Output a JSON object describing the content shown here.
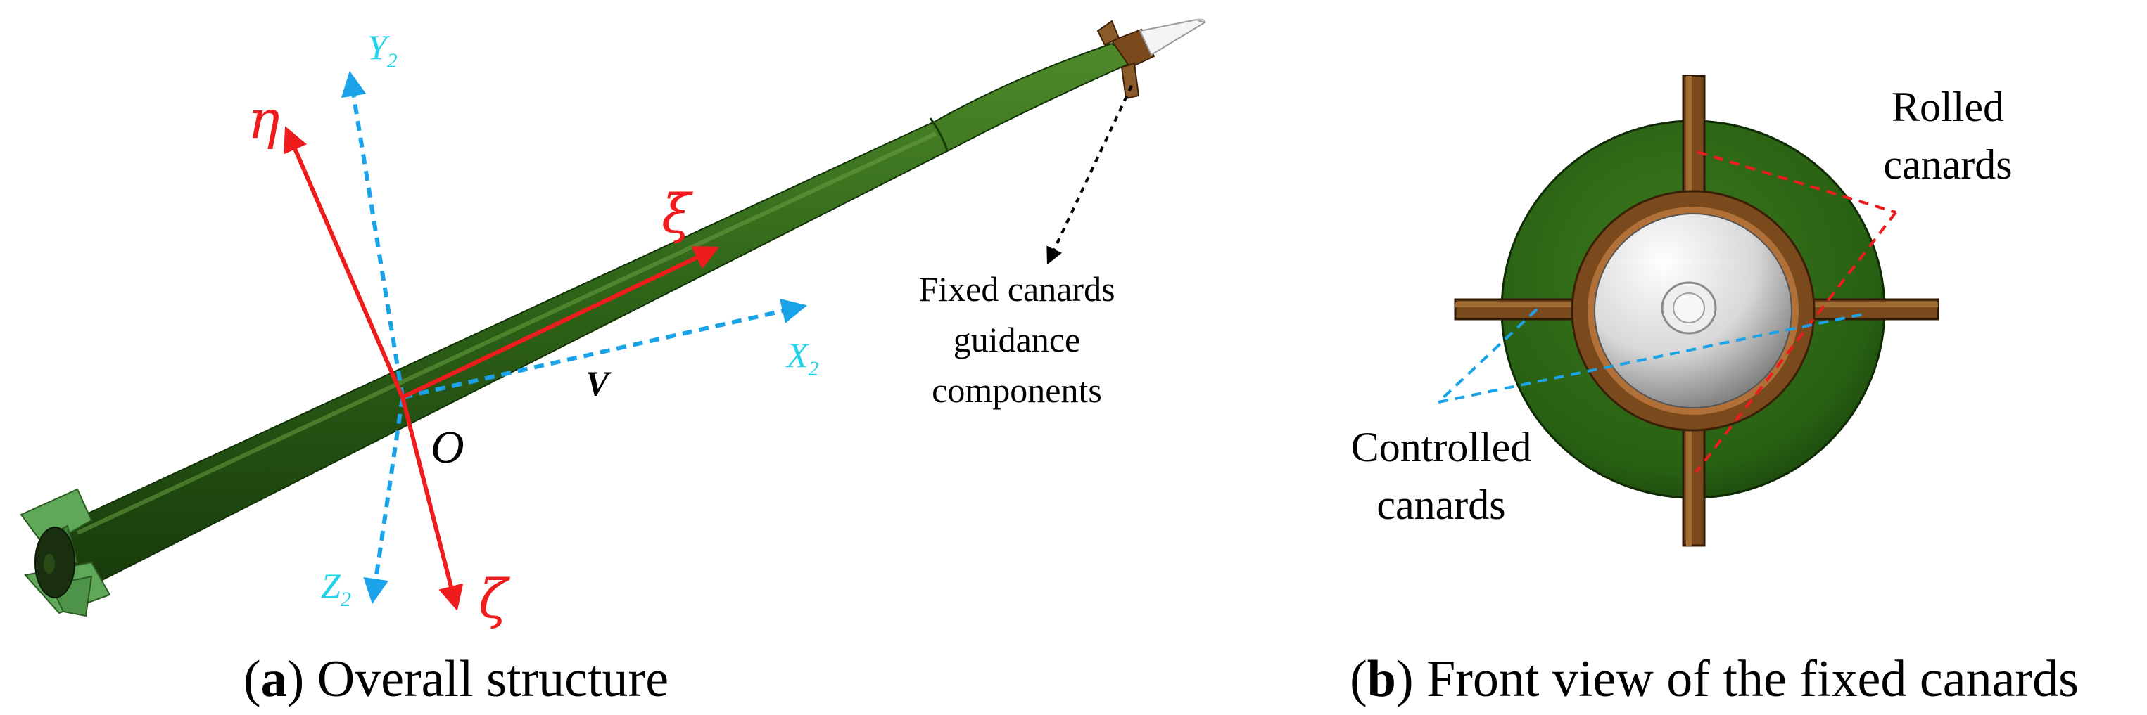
{
  "panel_a": {
    "caption": {
      "letter": "a",
      "text": "Overall structure"
    },
    "axes": {
      "eta": "η",
      "xi": "ξ",
      "zeta": "ζ",
      "y2": {
        "base": "Y",
        "sub": "2"
      },
      "x2": {
        "base": "X",
        "sub": "2"
      },
      "z2": {
        "base": "Z",
        "sub": "2"
      },
      "origin": "O",
      "velocity": "V"
    },
    "annotation": [
      "Fixed canards",
      "guidance",
      "components"
    ]
  },
  "panel_b": {
    "caption": {
      "letter": "b",
      "text": "Front view of the fixed canards"
    },
    "labels": {
      "rolled": [
        "Rolled",
        "canards"
      ],
      "controlled": [
        "Controlled",
        "canards"
      ]
    }
  },
  "colors": {
    "body_green": "#2e5f16",
    "fin_green": "#5fa85a",
    "canard_brown": "#7a4a1c",
    "nose_white": "#e8e8e8",
    "body_axis_red": "#ee1c1c",
    "velocity_axis_blue": "#1aa3e8",
    "axis_label_cyan": "#1fd4e8"
  }
}
